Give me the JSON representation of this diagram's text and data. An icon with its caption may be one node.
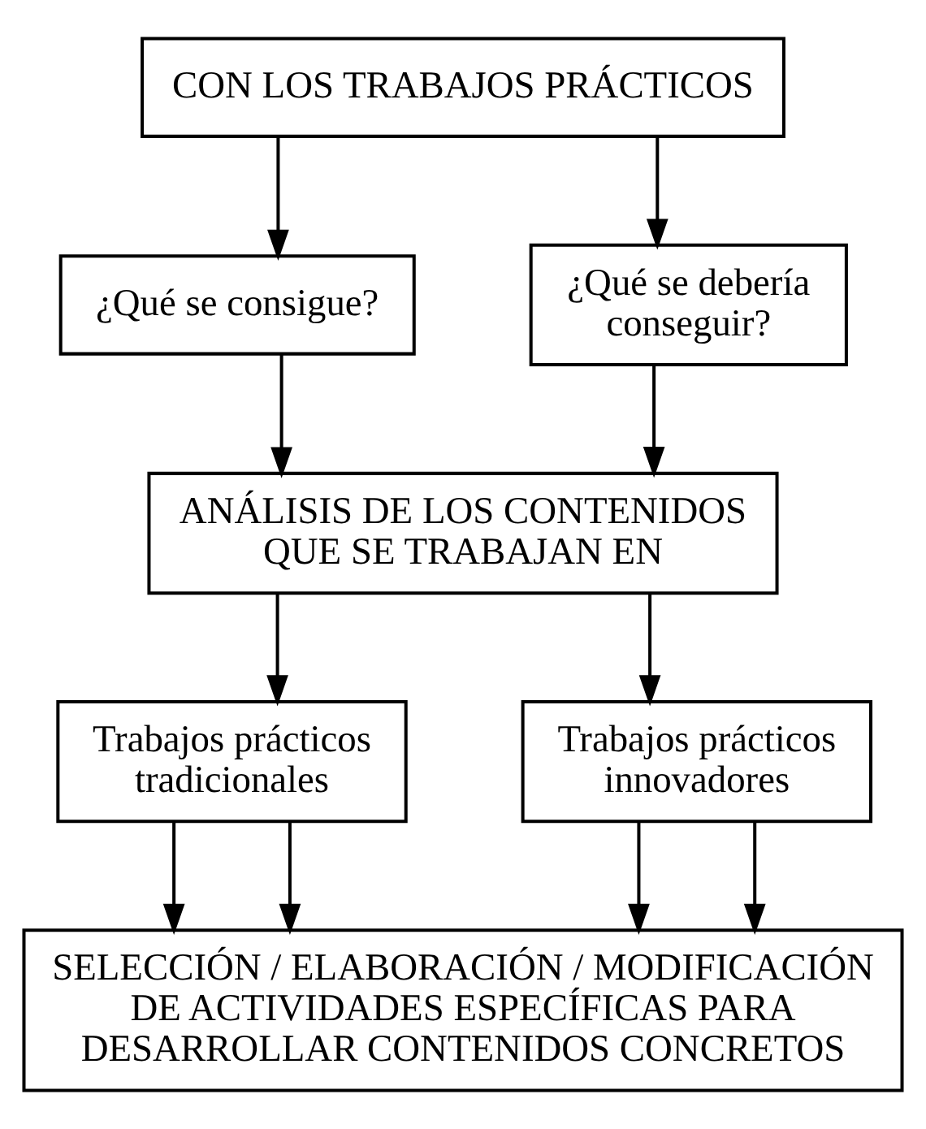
{
  "diagram": {
    "nodes": [
      {
        "text": [
          "CON LOS TRABAJOS PRÁCTICOS"
        ]
      },
      {
        "text": [
          "¿Qué se consigue?"
        ]
      },
      {
        "text": [
          "¿Qué se debería conseguir?"
        ]
      },
      {
        "text": [
          "ANÁLISIS DE LOS CONTENIDOS QUE SE TRABAJAN EN"
        ]
      },
      {
        "text": [
          "Trabajos prácticos tradicionales"
        ]
      },
      {
        "text": [
          "Trabajos prácticos innovadores"
        ]
      },
      {
        "text": [
          "SELECCIÓN / ELABORACIÓN / MODIFICACIÓN DE ACTIVIDADES ESPECÍFICAS PARA DESARROLLAR CONTENIDOS CONCRETOS"
        ]
      }
    ],
    "edges": [
      {
        "from": 0,
        "to": 1,
        "arrow": "to"
      },
      {
        "from": 0,
        "to": 2,
        "arrow": "to"
      },
      {
        "from": 1,
        "to": 3,
        "arrow": "to"
      },
      {
        "from": 2,
        "to": 3,
        "arrow": "to"
      },
      {
        "from": 3,
        "to": 4,
        "arrow": "to"
      },
      {
        "from": 3,
        "to": 5,
        "arrow": "to"
      },
      {
        "from": 4,
        "to": 6,
        "arrow": "to"
      },
      {
        "from": 4,
        "to": 6,
        "arrow": "to"
      },
      {
        "from": 5,
        "to": 6,
        "arrow": "to"
      },
      {
        "from": 5,
        "to": 6,
        "arrow": "to"
      }
    ]
  }
}
